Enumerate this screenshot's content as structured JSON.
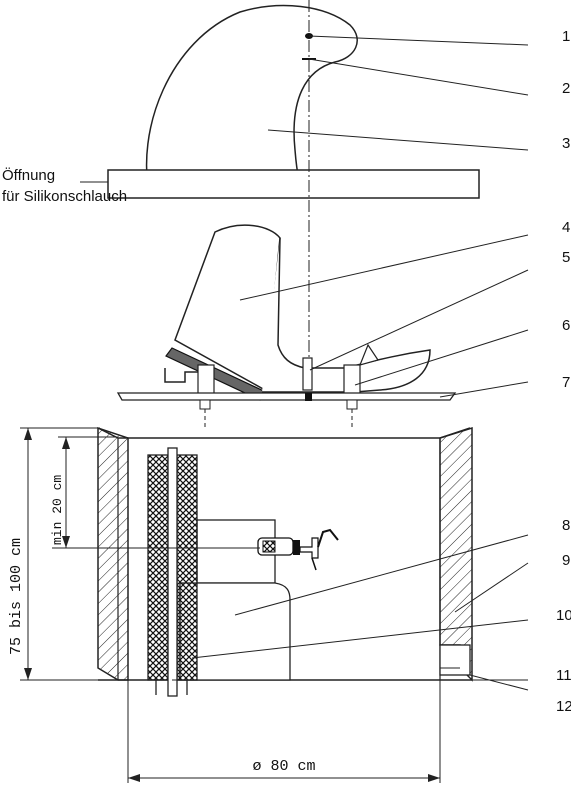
{
  "opening_label_line1": "Öffnung",
  "opening_label_line2": "für Silikonschlauch",
  "height_dimension": "75 bis 100 cm",
  "min_dimension": "min 20 cm",
  "diameter_dimension": "ø 80 cm",
  "callouts": [
    "1",
    "2",
    "3",
    "4",
    "5",
    "6",
    "7",
    "8",
    "9",
    "10",
    "11",
    "12"
  ]
}
